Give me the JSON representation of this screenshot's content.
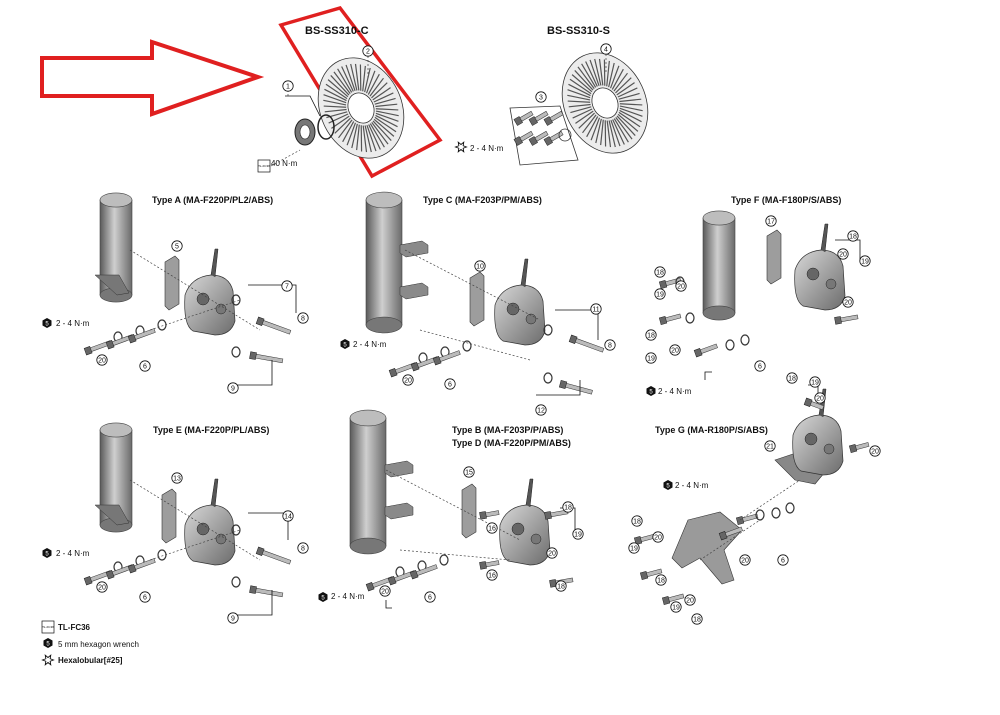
{
  "headers": {
    "disc_c": "BS-SS310-C",
    "disc_s": "BS-SS310-S"
  },
  "types": {
    "a": "Type A (MA-F220P/PL2/ABS)",
    "c": "Type C (MA-F203P/PM/ABS)",
    "f": "Type F (MA-F180P/S/ABS)",
    "e": "Type E (MA-F220P/PL/ABS)",
    "b": "Type B (MA-F203P/P/ABS)",
    "d": "Type D (MA-F220P/PM/ABS)",
    "g": "Type G (MA-R180P/S/ABS)"
  },
  "torques": {
    "lockring": "40 N·m",
    "rotor_bolts": "2 - 4 N·m",
    "mount_bolts": "2 - 4 N·m"
  },
  "legend": {
    "tool_label": "TL-FC36",
    "tool_icon_text": "TL-FC36",
    "hex_label": "5 mm hexagon wrench",
    "hex_icon_text": "5",
    "hexalobular_label": "Hexalobular[#25]"
  },
  "callout_numbers": [
    "1",
    "2",
    "3",
    "4",
    "5",
    "6",
    "7",
    "8",
    "9",
    "10",
    "11",
    "12",
    "13",
    "14",
    "15",
    "16",
    "17",
    "18",
    "19",
    "20",
    "21"
  ],
  "colors": {
    "highlight_red": "#e02020",
    "ink": "#111111",
    "part_gray": "#9a9a9a"
  }
}
